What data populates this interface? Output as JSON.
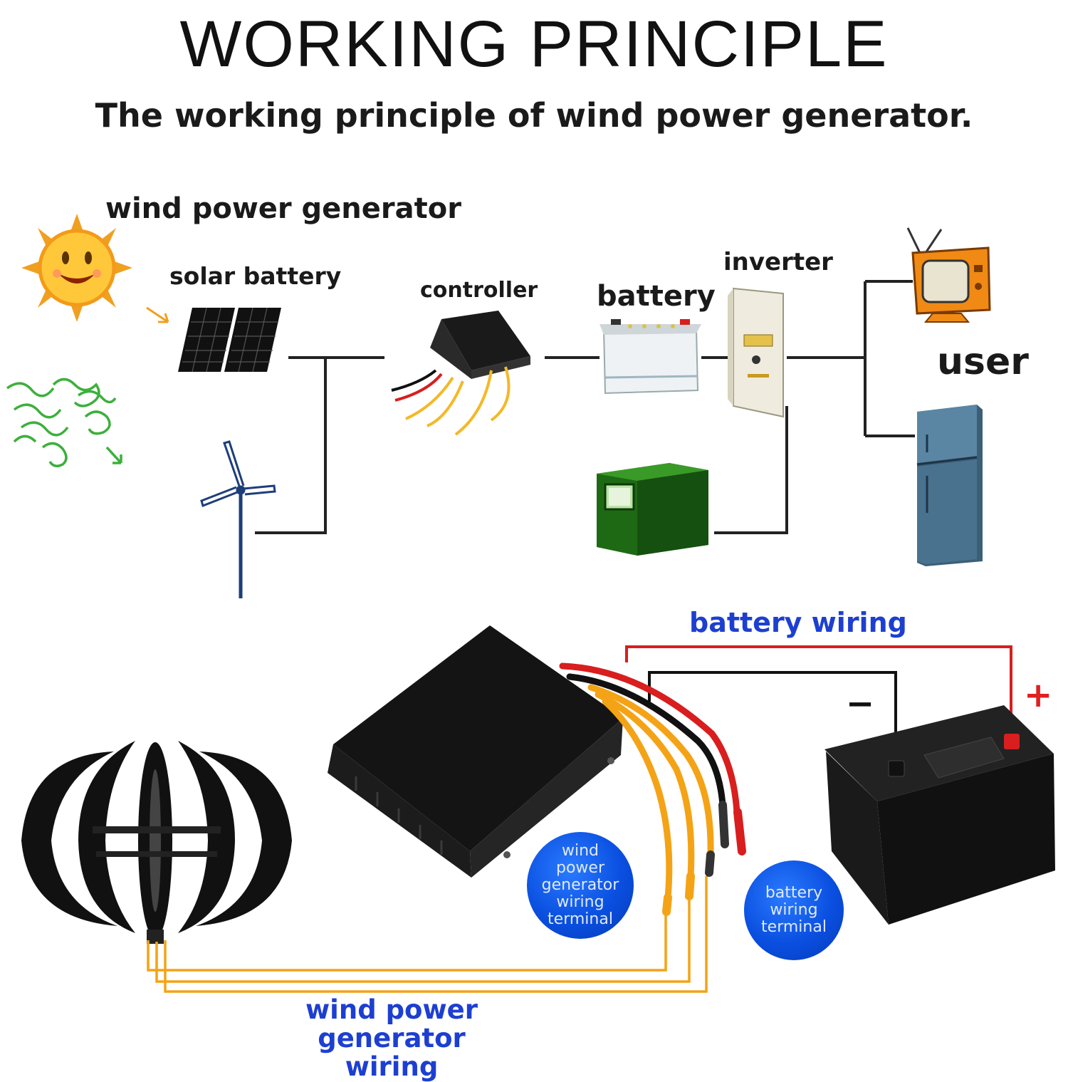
{
  "header": {
    "title": "WORKING PRINCIPLE",
    "subtitle": "The working principle of wind power generator."
  },
  "labels": {
    "wind_power_generator": "wind power generator",
    "solar_battery": "solar battery",
    "controller": "controller",
    "battery": "battery",
    "inverter": "inverter",
    "user": "user",
    "battery_wiring": "battery wiring",
    "wind_power_generator_wiring": "wind power generator wiring",
    "plus": "+",
    "minus": "−"
  },
  "bubbles": {
    "generator_terminal": "wind power generator wiring terminal",
    "battery_terminal": "battery wiring terminal"
  },
  "colors": {
    "wire_red": "#d81e1e",
    "wire_black": "#111111",
    "wire_yellow": "#f4a316",
    "label_blue": "#1d3fd1",
    "bubble_blue": "#0a4fe0"
  },
  "icons": [
    "sun-icon",
    "wind-icon",
    "solar-panel-icon",
    "wind-turbine-icon",
    "controller-icon",
    "battery-icon",
    "inverter-icon",
    "backup-battery-icon",
    "tv-icon",
    "fridge-icon",
    "lantern-turbine-icon",
    "car-battery-icon"
  ]
}
